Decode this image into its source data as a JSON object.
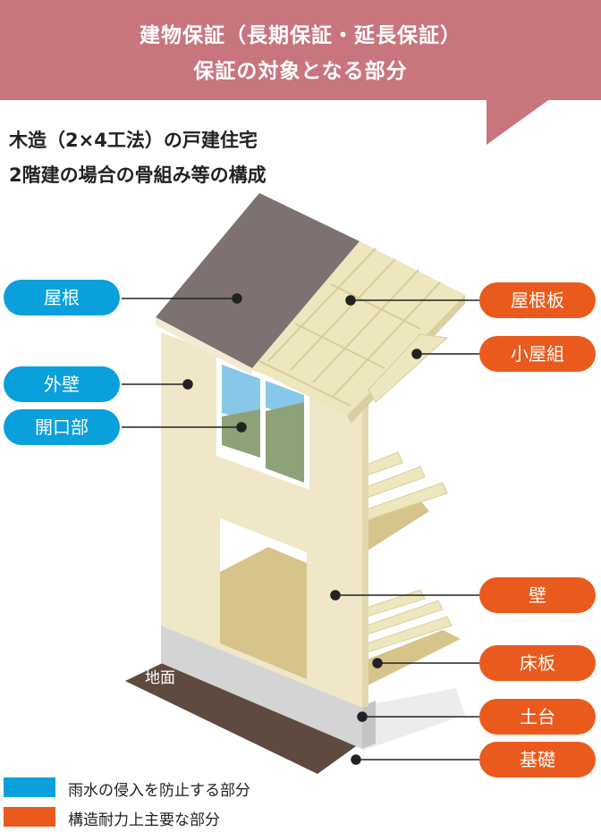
{
  "header": {
    "line1": "建物保証（長期保証・延長保証）",
    "line2": "保証の対象となる部分"
  },
  "subtitle": {
    "line1": "木造（2×4工法）の戸建住宅",
    "line2": "2階建の場合の骨組み等の構成"
  },
  "labels": {
    "roof": "屋根",
    "exterior_wall": "外壁",
    "opening": "開口部",
    "roof_board": "屋根板",
    "roof_truss": "小屋組",
    "wall": "壁",
    "floor_board": "床板",
    "sill": "土台",
    "foundation": "基礎",
    "ground": "地面"
  },
  "legend": [
    {
      "text": "雨水の侵入を防止する部分",
      "color": "#0aa0dc"
    },
    {
      "text": "構造耐力上主要な部分",
      "color": "#ea5a1c"
    }
  ],
  "colors": {
    "header": "#c9757e",
    "blue": "#0aa0dc",
    "orange": "#ea5a1c",
    "wall": "#f0e6c8",
    "wall_side": "#f6eed6",
    "roof": "#7d7172",
    "frame": "#eee6bd",
    "ground": "#5e4a3e",
    "base": "#d8d8d8",
    "window_sky": "#87c8e8",
    "window_green": "#8ea278"
  }
}
